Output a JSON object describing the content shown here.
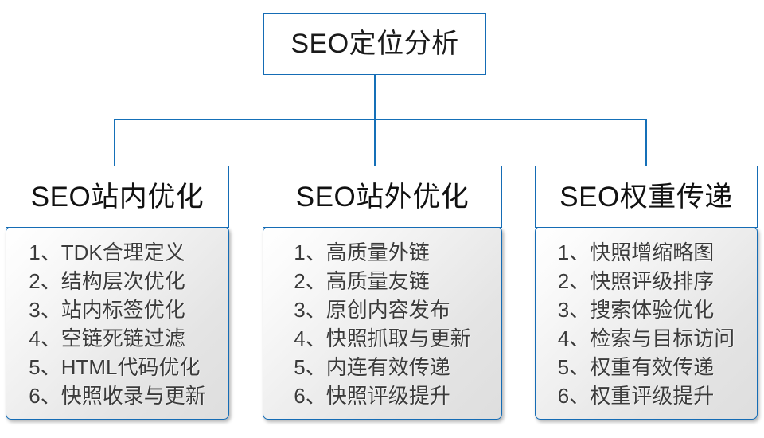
{
  "diagram": {
    "type": "org-tree",
    "colors": {
      "border_blue": "#156cb5",
      "connector_blue": "#1570b8",
      "header_text": "#111111",
      "list_text": "#3b3b3b",
      "header_background": "#ffffff",
      "list_background_gradient_start": "#ffffff",
      "list_background_gradient_end": "#dedede",
      "page_background": "#ffffff"
    },
    "root": {
      "label": "SEO定位分析"
    },
    "branches": [
      {
        "title": "SEO站内优化",
        "items": [
          "1、TDK合理定义",
          "2、结构层次优化",
          "3、站内标签优化",
          "4、空链死链过滤",
          "5、HTML代码优化",
          "6、快照收录与更新"
        ]
      },
      {
        "title": "SEO站外优化",
        "items": [
          "1、高质量外链",
          "2、高质量友链",
          "3、原创内容发布",
          "4、快照抓取与更新",
          "5、内连有效传递",
          "6、快照评级提升"
        ]
      },
      {
        "title": "SEO权重传递",
        "items": [
          "1、快照增缩略图",
          "2、快照评级排序",
          "3、搜索体验优化",
          "4、检索与目标访问",
          "5、权重有效传递",
          "6、权重评级提升"
        ]
      }
    ]
  }
}
